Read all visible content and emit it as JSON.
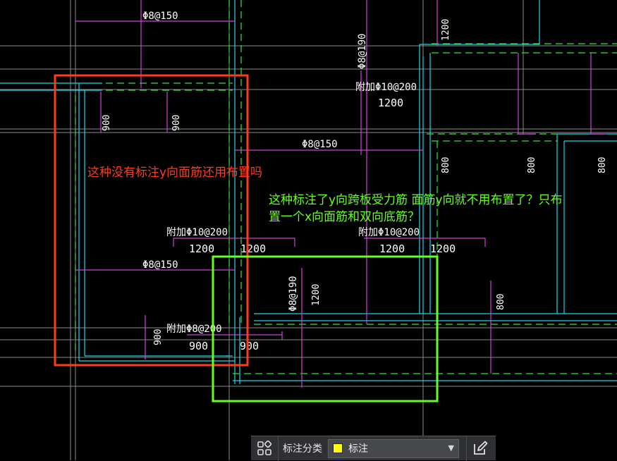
{
  "drawing": {
    "rebar_labels": [
      "Φ8@150",
      "Φ8@190",
      "附加Φ10@200",
      "Φ8@150",
      "附加Φ10@200",
      "附加Φ10@200",
      "Φ8@150",
      "Φ8@190",
      "附加Φ8@200"
    ],
    "dimension_labels": [
      "1200",
      "1200",
      "900",
      "900",
      "800",
      "800",
      "800",
      "1200",
      "1200",
      "1200",
      "1200",
      "1200",
      "800",
      "900",
      "900",
      "900"
    ]
  },
  "annotations": {
    "red_note": "这种没有标注y向面筋还用布置吗",
    "green_note": "这种标注了y向跨板受力筋 面筋y向就不用布置了？只布置一个x向面筋和双向底筋？",
    "red_color": "#ff3b1f",
    "green_color": "#66ff22"
  },
  "toolbar": {
    "layout_icon": "grid-layout-icon",
    "category_label": "标注分类",
    "selected_category": "标注",
    "swatch_color": "#ffff00",
    "edit_icon": "edit-icon"
  }
}
